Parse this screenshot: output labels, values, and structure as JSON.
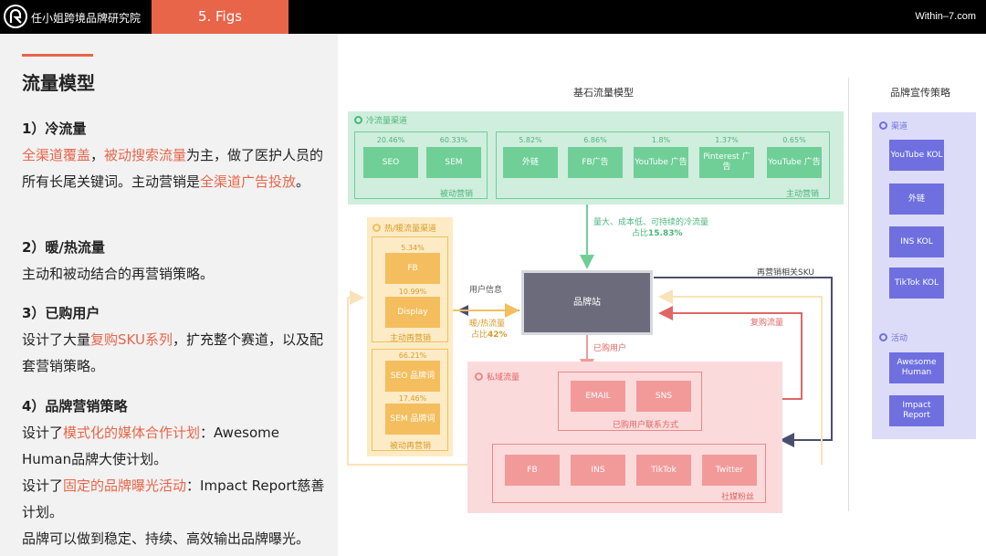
{
  "header": {
    "brand": "任小姐跨境品牌研究院",
    "tab": "5. Figs",
    "site": "Within–7.com"
  },
  "left": {
    "title": "流量模型",
    "s1": {
      "heading": "1）冷流量",
      "r1": "全渠道覆盖",
      "t1": "，",
      "r2": "被动搜索流量",
      "t2": "为主，做了医护人员的所有长尾关键词。主动营销是",
      "r3": "全渠道广告投放",
      "t3": "。"
    },
    "s2": {
      "heading": "2）暖/热流量",
      "body": "主动和被动结合的再营销策略。"
    },
    "s3": {
      "heading": "3）已购用户",
      "t1": "设计了大量",
      "r1": "复购SKU系列",
      "t2": "，扩充整个赛道，以及配套营销策略。"
    },
    "s4": {
      "heading": "4）品牌营销策略",
      "a1": "设计了",
      "ar": "模式化的媒体合作计划",
      "a2": "：Awesome Human品牌大使计划。",
      "b1": "设计了",
      "br": "固定的品牌曝光活动",
      "b2": "：Impact Report慈善计划。",
      "c": "品牌可以做到稳定、持续、高效输出品牌曝光。"
    }
  },
  "diagram": {
    "title": "基石流量模型",
    "right_title": "品牌宣传策略",
    "cold": {
      "label": "冷流量渠道",
      "passive_label": "被动营销",
      "active_label": "主动营销",
      "passive": [
        {
          "name": "SEO",
          "pct": "20.46%"
        },
        {
          "name": "SEM",
          "pct": "60.33%"
        }
      ],
      "active": [
        {
          "name": "外链",
          "pct": "5.82%"
        },
        {
          "name": "FB广告",
          "pct": "6.86%"
        },
        {
          "name": "YouTube 广告",
          "pct": "1.8%"
        },
        {
          "name": "Pinterest 广告",
          "pct": "1.37%"
        },
        {
          "name": "YouTube 广告",
          "pct": "0.65%"
        }
      ]
    },
    "cold_arrow_note": "量大、成本低、可持续的冷流量",
    "cold_share_prefix": "占比",
    "cold_share": "15.83%",
    "warm": {
      "label": "热/暖流量渠道",
      "active_label": "主动再营销",
      "passive_label": "被动再营销",
      "active": [
        {
          "name": "FB",
          "pct": "5.34%"
        },
        {
          "name": "Display",
          "pct": "10.99%"
        }
      ],
      "passive": [
        {
          "name": "SEO 品牌词",
          "pct": "66.21%"
        },
        {
          "name": "SEM 品牌词",
          "pct": "17.46%"
        }
      ]
    },
    "user_info": "用户信息",
    "warm_note": "暖/热流量",
    "warm_share_prefix": "占比",
    "warm_share": "42%",
    "brand_site": "品牌站",
    "remarketing_sku": "再营销相关SKU",
    "repurchase_flow": "复购流量",
    "purchased_users": "已购用户",
    "private": {
      "label": "私域流量",
      "contact_label": "已购用户联系方式",
      "social_label": "社媒粉丝",
      "contact": [
        "EMAIL",
        "SNS"
      ],
      "social": [
        "FB",
        "INS",
        "TikTok",
        "Twitter"
      ]
    },
    "channels": {
      "label": "渠道",
      "items": [
        "YouTube KOL",
        "外链",
        "INS KOL",
        "TikTok KOL"
      ]
    },
    "activities": {
      "label": "活动",
      "items": [
        "Awesome Human",
        "Impact Report"
      ]
    },
    "colors": {
      "green": "#6fcf97",
      "orange": "#f4be5e",
      "pink": "#f29a9a",
      "purple": "#6f6fe0",
      "brand_site": "#6b6b7b",
      "accent": "#e8654a"
    }
  }
}
